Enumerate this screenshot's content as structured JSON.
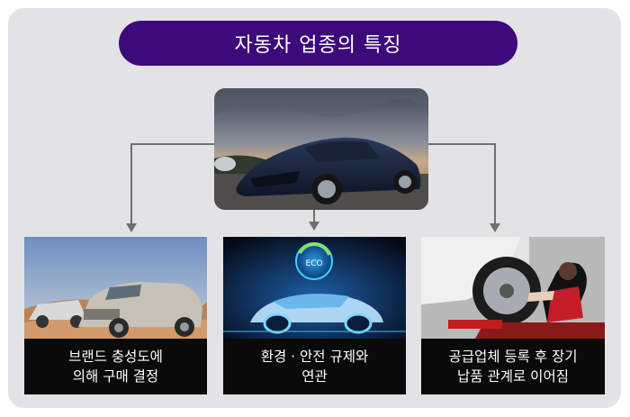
{
  "title": "자동차 업종의 특징",
  "cards": [
    {
      "line1": "브랜드 충성도에",
      "line2": "의해 구매 결정"
    },
    {
      "line1": "환경 · 안전 규제와",
      "line2": "연관"
    },
    {
      "line1": "공급업체 등록 후 장기",
      "line2": "납품 관계로 이어짐"
    }
  ],
  "eco_badge": "ECO",
  "colors": {
    "title_bg": "#3c0a7a",
    "panel_bg": "#e3e3e5",
    "caption_bg": "#0a0a0a",
    "connector": "#6f6f6f"
  }
}
